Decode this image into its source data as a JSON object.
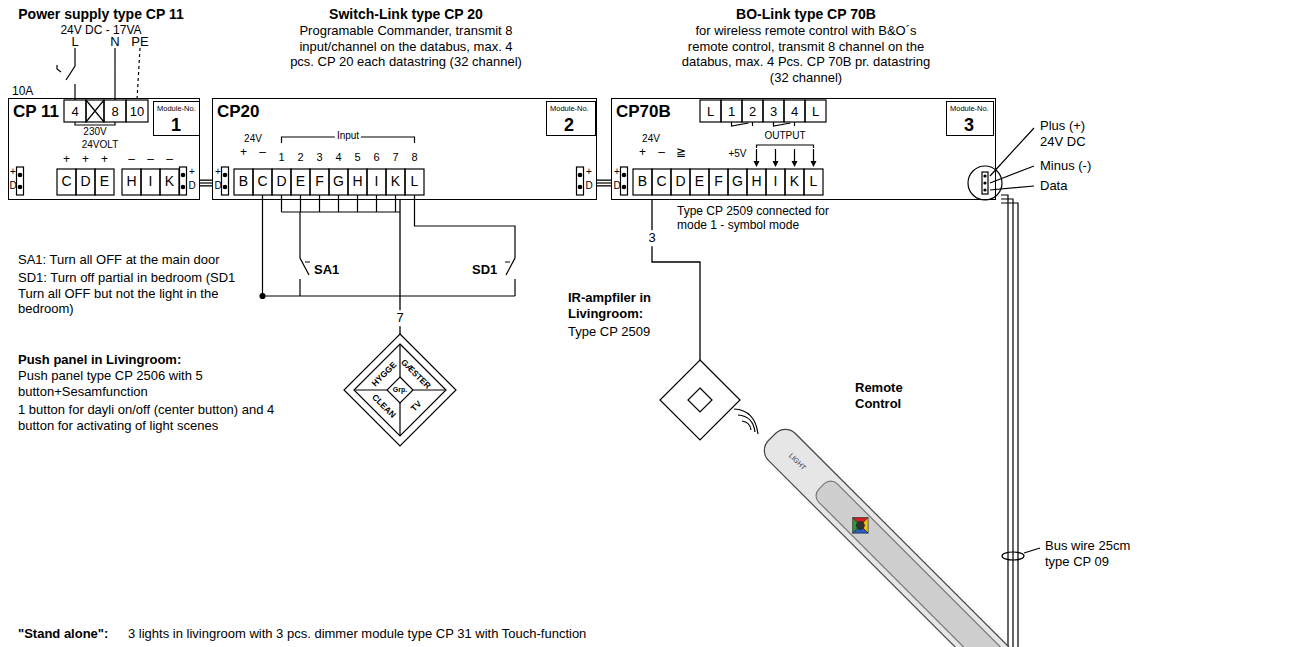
{
  "diagram": {
    "nodes": [
      {
        "text": [
          "Power supply type CP 11",
          "24V DC - 17VA",
          "CP 11"
        ]
      },
      {
        "text": [
          "Module-No.",
          "1"
        ],
        "in": 0
      },
      {
        "text": [
          "Switch-Link type CP 20",
          "Programable Commander, transmit 8 input/channel on the databus, max. 4 pcs. CP 20 each datastring (32 channel)",
          "CP20"
        ]
      },
      {
        "text": [
          "Module-No.",
          "2"
        ],
        "in": 2
      },
      {
        "text": [
          "BO-Link type CP 70B",
          "for wireless remote control with B&O´s remote control, transmit 8 channel on the databus, max. 4 Pcs. CP 70B pr. datastring (32 channel)",
          "CP70B"
        ]
      },
      {
        "text": [
          "Module-No.",
          "3"
        ],
        "in": 4
      },
      {
        "text": [
          "HYGGE",
          "GÆSTER",
          "CLEAN",
          "TV",
          "Grp."
        ]
      },
      {
        "text": [
          "IR-ampfiler in Livingroom:",
          "Type CP 2509"
        ]
      },
      {
        "text": [
          "Remote Control",
          "LIGHT"
        ]
      }
    ],
    "edges": [
      {
        "from": 0,
        "to": 2,
        "arrow": "none"
      },
      {
        "from": 2,
        "to": 4,
        "arrow": "none"
      },
      {
        "from": 2,
        "to": 6,
        "arrow": "none",
        "label": "7"
      },
      {
        "from": 4,
        "to": 7,
        "arrow": "none",
        "label": "3"
      }
    ],
    "labels": [
      "L",
      "N",
      "PE",
      "10A",
      "4",
      "8",
      "10",
      "230V",
      "24VOLT",
      "+",
      "+",
      "+",
      "–",
      "–",
      "–",
      "C",
      "D",
      "E",
      "H",
      "I",
      "K",
      "+",
      "D",
      "+",
      "D",
      "+",
      "D",
      "+",
      "D",
      "+",
      "D",
      "24V",
      "+",
      "–",
      "Input",
      "1",
      "2",
      "3",
      "4",
      "5",
      "6",
      "7",
      "8",
      "B",
      "C",
      "D",
      "E",
      "F",
      "G",
      "H",
      "I",
      "K",
      "L",
      "SA1",
      "SD1",
      "SA1: Turn all OFF at the main door",
      "SD1: Turn off partial in bedroom (SD1 Turn all OFF but not the light in the bedroom)",
      "Push panel in Livingroom:",
      "Push panel type CP 2506 with 5 button+Sesamfunction",
      "1 button for dayli on/off (center button) and 4 button for activating of light scenes",
      "L",
      "1",
      "2",
      "3",
      "4",
      "L",
      "24V",
      "+",
      "–",
      "≧",
      "+5V",
      "OUTPUT",
      "B",
      "C",
      "D",
      "E",
      "F",
      "G",
      "H",
      "I",
      "K",
      "L",
      "Type CP 2509 connected for mode 1 - symbol mode",
      "Plus (+)",
      "24V DC",
      "Minus (-)",
      "Data",
      "Bus wire 25cm type CP 09",
      "\"Stand alone\":",
      "3 lights in livingroom with 3 pcs. dimmer module type CP 31 with Touch-function"
    ]
  }
}
